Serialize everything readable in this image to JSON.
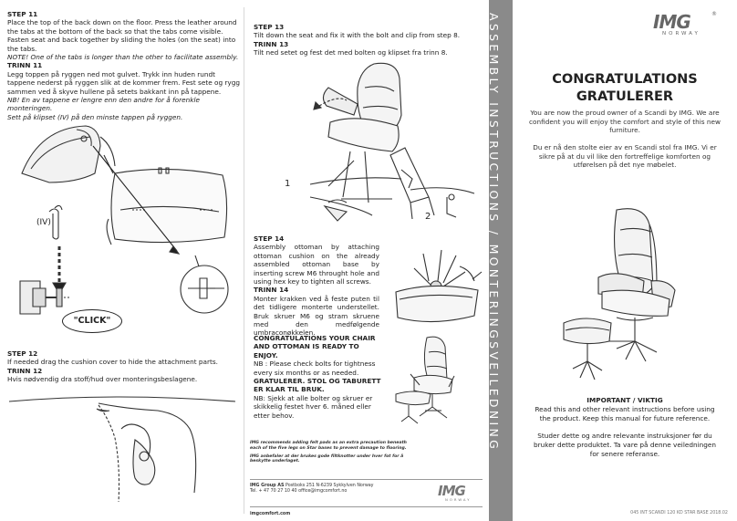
{
  "left": {
    "step11": {
      "title": "STEP 11",
      "text": "Place the top of the back down on the floor. Press the leather around the tabs at the bottom of the back so that the tabs come visible. Fasten seat and back together by sliding the holes (on the seat) into the tabs.",
      "note": "NOTE! One of the tabs is longer than the other to facilitate assembly.",
      "title_no": "TRINN 11",
      "text_no": "Legg toppen på ryggen ned mot gulvet. Trykk inn huden rundt tappene nederst på ryggen slik at de kommer frem. Fest sete og rygg sammen ved å skyve hullene på setets bakkant inn på tappene.",
      "note_no": "NB! En av tappene er lengre enn den andre for å forenkle monteringen.",
      "note_no2": "Sett på klipset (IV) på den minste tappen på ryggen."
    },
    "labels": {
      "iv": "(IV)",
      "click": "\"CLICK\""
    },
    "step12": {
      "title": "STEP 12",
      "text": "If needed drag the cushion cover to hide the attachment parts.",
      "title_no": "TRINN 12",
      "text_no": "Hvis nødvendig dra stoff/hud over monteringsbeslagene."
    }
  },
  "middle": {
    "step13": {
      "title": "STEP 13",
      "text": "Tilt down the seat and fix it with the bolt and clip from step 8.",
      "title_no": "TRINN 13",
      "text_no": "Tilt ned setet og fest det med bolten og klipset fra trinn 8."
    },
    "labels": {
      "one": "1",
      "two": "2"
    },
    "step14": {
      "title": "STEP 14",
      "text": "Assembly ottoman by attaching ottoman cushion on the already assembled ottoman base by inserting screw M6 throught hole and using hex key to tighten all screws.",
      "title_no": "TRINN 14",
      "text_no": "Monter krakken ved å feste puten til det tidligere monterte understellet. Bruk skruer M6 og stram skruene med den medfølgende umbraconøkkelen."
    },
    "congrats": {
      "title": "CONGRATULATIONS YOUR CHAIR AND OTTOMAN IS READY TO ENJOY.",
      "text": "NB : Please check bolts for tightness every six months or as needed.",
      "title_no": "GRATULERER. STOL OG TABURETT ER KLAR TIL BRUK.",
      "text_no": "NB: Sjekk at alle bolter og skruer er skikkelig festet hver 6. måned eller etter behov."
    },
    "notes": {
      "en": "IMG recommends adding felt pads as an extra precaution beneath each of the five legs on Star bases to prevent damage to flooring.",
      "no": "IMG anbefaler at der brukes gode filtknotter under hver fot for å beskytte underlaget."
    },
    "company": {
      "name": "IMG Group AS",
      "address": "Postboks 251 N-6239 Sykkylven Norway",
      "contact": "Tel. + 47 70 27 10 40 office@imgcomfort.no",
      "website": "imgcomfort.com"
    },
    "small_logo": {
      "word": "IMG",
      "sub": "NORWAY"
    }
  },
  "band": {
    "text": "ASSEMBLY INSTRUCTIONS / MONTERINGSVEILEDNING",
    "color": "#8a8a8a"
  },
  "right": {
    "logo": {
      "word": "IMG",
      "sub": "NORWAY",
      "reg": "®"
    },
    "title_en": "CONGRATULATIONS",
    "title_no": "GRATULERER",
    "intro_en": "You are now the proud owner of a Scandi by IMG. We are confident you will enjoy the comfort and style  of this new furniture.",
    "intro_no": "Du er nå den stolte eier av en Scandi stol fra IMG. Vi er sikre på at du vil like den fortreffelige komforten og utførelsen på det nye møbelet.",
    "important_title": "IMPORTANT / VIKTIG",
    "important_en": "Read this and other relevant instructions before using the product. Keep this manual for future reference.",
    "important_no": "Studer dette og andre relevante instruksjoner før du bruker dette produktet. Ta vare på denne veiledningen for senere referanse.",
    "docnum": "045 INT SCANDI 120 KD STAR BASE 2018.02"
  }
}
